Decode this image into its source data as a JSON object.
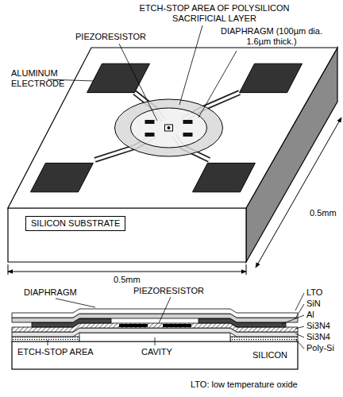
{
  "diagram": {
    "nodes": [
      {
        "text": [
          "SILICON SUBSTRATE"
        ]
      }
    ],
    "labels": [
      "ETCH-STOP AREA OF POLYSILICON SACRIFICIAL LAYER",
      "PIEZORESISTOR",
      "DIAPHRAGM (100µm dia. 1.6µm thick.)",
      "ALUMINUM ELECTRODE",
      "0.5mm",
      "0.5mm",
      "PIEZORESISTOR",
      "DIAPHRAGM",
      "LTO",
      "SiN",
      "Al",
      "Si3N4",
      "Si3N4",
      "Poly-Si",
      "ETCH-STOP AREA",
      "CAVITY",
      "SILICON",
      "LTO: low temperature oxide"
    ]
  }
}
